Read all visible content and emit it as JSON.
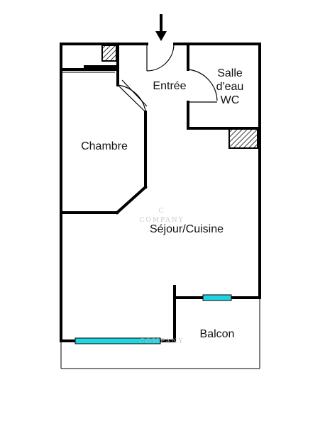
{
  "rooms": {
    "entree": "Entrée",
    "salle_line1": "Salle",
    "salle_line2": "d'eau",
    "salle_line3": "WC",
    "chambre": "Chambre",
    "sejour": "Séjour/Cuisine",
    "balcon": "Balcon"
  },
  "watermark": {
    "logo": "C",
    "text": "COMPANY"
  },
  "colors": {
    "wall": "#000000",
    "window": "#22d3e0",
    "background": "#ffffff"
  },
  "icons": {
    "entrance": "down-arrow-icon"
  }
}
